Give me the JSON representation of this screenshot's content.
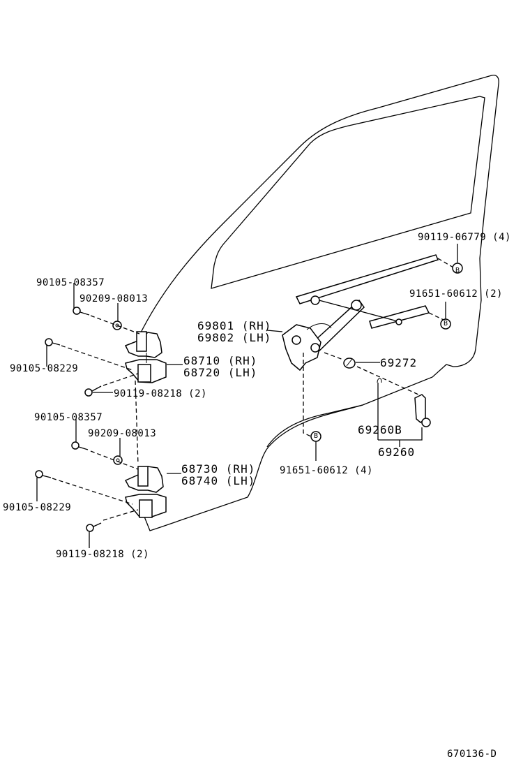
{
  "diagram": {
    "title": "Front door hinge & window regulator",
    "drawing_code": "670136-D",
    "callout_marker": "B",
    "parts": {
      "bolt_upper_hinge_a": "90105-08357",
      "washer_upper_hinge": "90209-08013",
      "bolt_upper_hinge_b": "90105-08229",
      "upper_hinge_rh": "68710 (RH)",
      "upper_hinge_lh": "68720 (LH)",
      "screw_upper_hinge": "90119-08218 (2)",
      "bolt_lower_hinge_a": "90105-08357",
      "washer_lower_hinge": "90209-08013",
      "bolt_lower_hinge_b": "90105-08229",
      "lower_hinge_rh": "68730 (RH)",
      "lower_hinge_lh": "68740 (LH)",
      "screw_lower_hinge": "90119-08218 (2)",
      "regulator_rh": "69801 (RH)",
      "regulator_lh": "69802 (LH)",
      "regulator_bolt_top": "90119-06779 (4)",
      "regulator_nut_channel": "91651-60612 (2)",
      "regulator_nut_bottom": "91651-60612 (4)",
      "handle_plate": "69272",
      "handle_clip": "69260B",
      "handle_assy": "69260"
    }
  }
}
